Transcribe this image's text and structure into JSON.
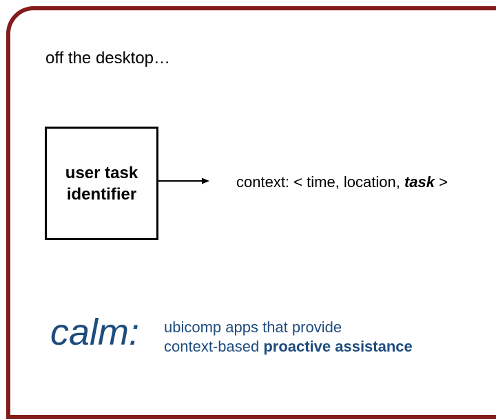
{
  "slide": {
    "title": "off the desktop…",
    "diagram": {
      "box_label": "user task identifier",
      "context": {
        "prefix": "context: < time, location, ",
        "emphasis": "task",
        "suffix": " >"
      }
    },
    "footer": {
      "keyword": "calm:",
      "line1": "ubicomp apps that provide",
      "line2_prefix": "context-based ",
      "line2_emphasis": "proactive assistance"
    },
    "colors": {
      "text_black": "#000000",
      "accent_blue": "#1e4c7d",
      "frame_red": "#841c1c"
    }
  }
}
